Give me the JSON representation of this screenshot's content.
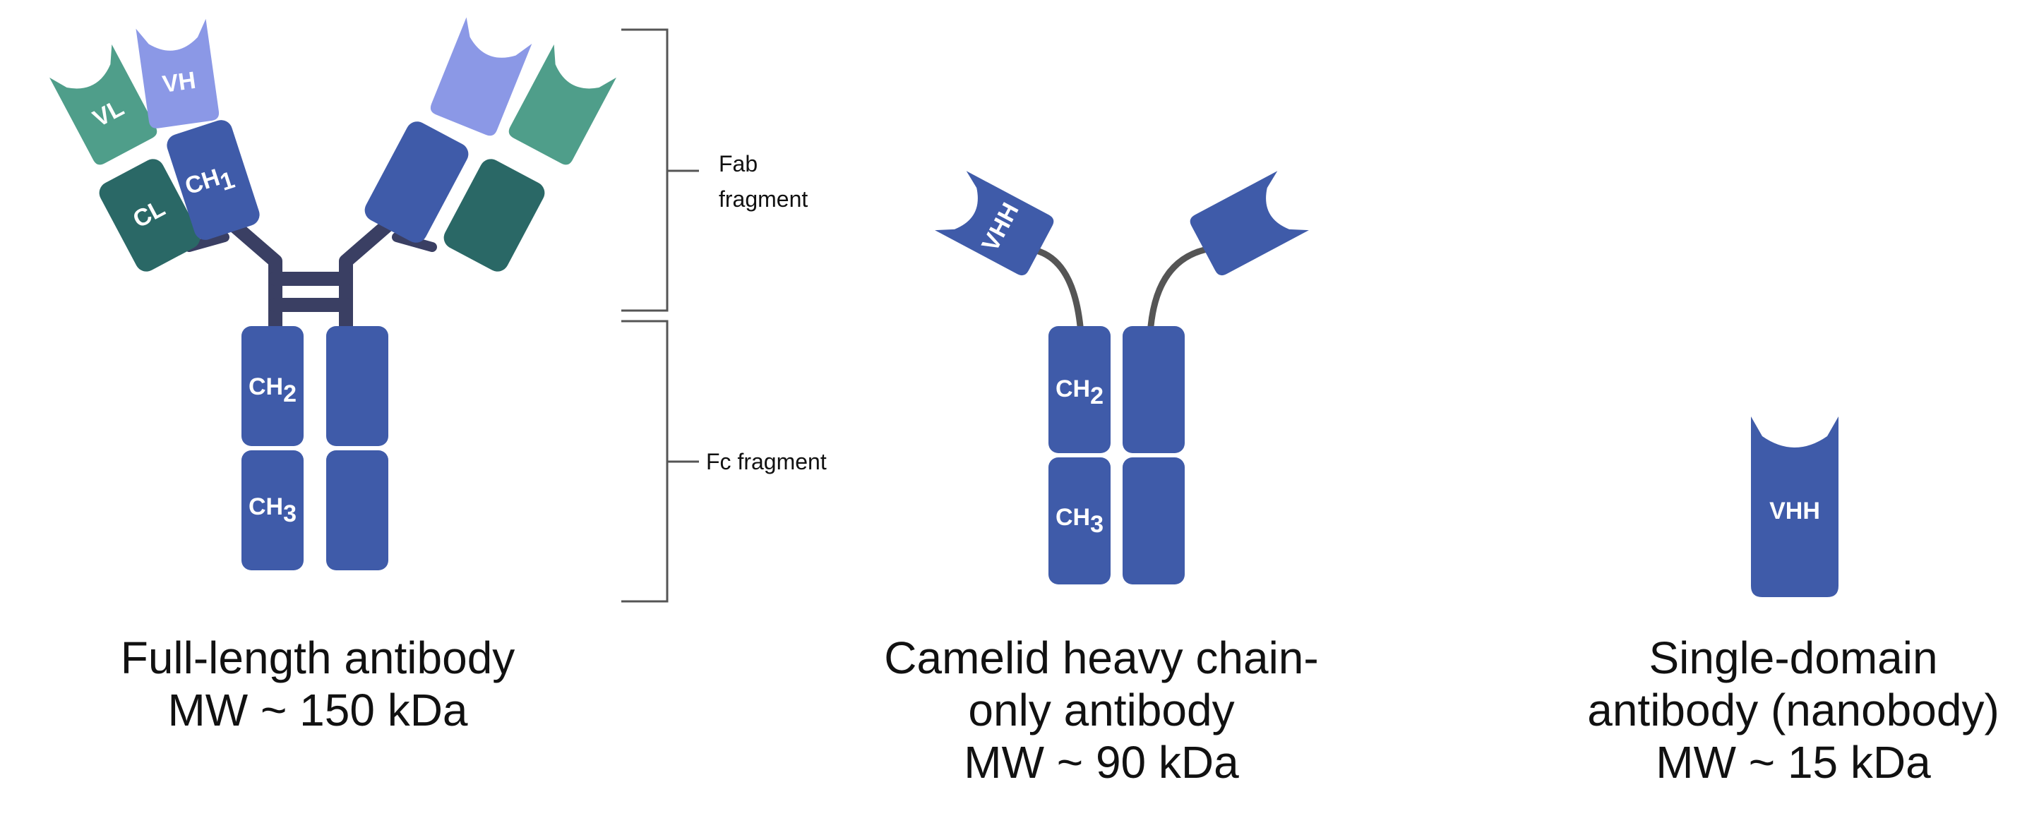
{
  "colors": {
    "heavy": "#3f5ba9",
    "vh": "#8b98e6",
    "vl": "#4f9e8a",
    "cl": "#2a6866",
    "linker": "#3a3f63",
    "bracket": "#555555",
    "text": "#111111"
  },
  "full_length": {
    "labels": {
      "vh": "VH",
      "vl": "VL",
      "cl": "CL",
      "ch1": "CH",
      "ch1_sub": "1",
      "ch2": "CH",
      "ch2_sub": "2",
      "ch3": "CH",
      "ch3_sub": "3"
    },
    "caption": {
      "line1": "Full-length antibody",
      "line2": "MW ~ 150 kDa"
    }
  },
  "brackets": {
    "fab": {
      "line1": "Fab",
      "line2": "fragment"
    },
    "fc": {
      "label": "Fc fragment"
    }
  },
  "camelid": {
    "labels": {
      "vhh": "VHH",
      "ch2": "CH",
      "ch2_sub": "2",
      "ch3": "CH",
      "ch3_sub": "3"
    },
    "caption": {
      "line1": "Camelid heavy chain-",
      "line2": "only antibody",
      "line3": "MW ~ 90 kDa"
    }
  },
  "nanobody": {
    "labels": {
      "vhh": "VHH"
    },
    "caption": {
      "line1": "Single-domain",
      "line2": "antibody (nanobody)",
      "line3": "MW ~ 15 kDa"
    }
  }
}
